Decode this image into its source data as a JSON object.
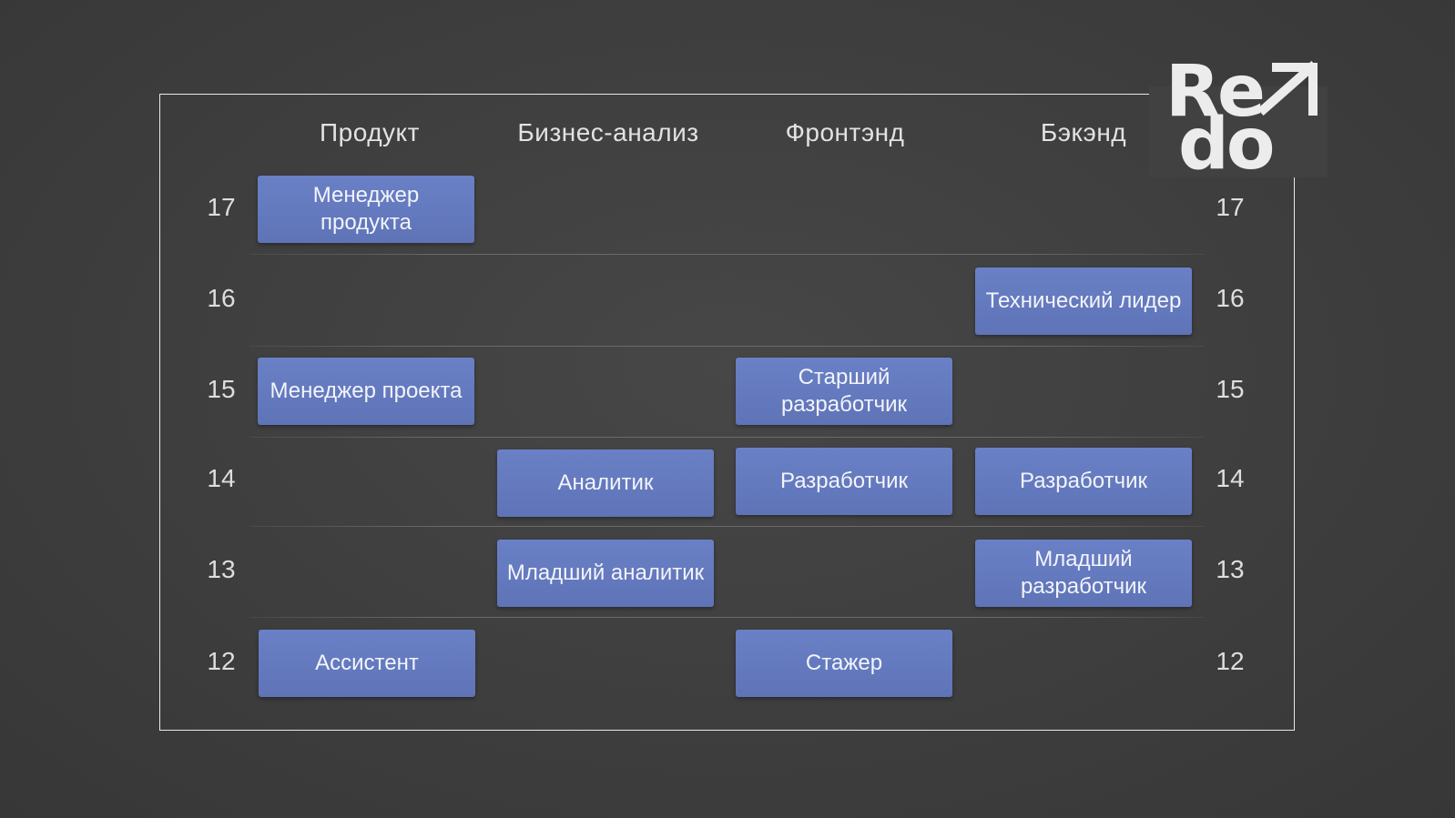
{
  "logo": {
    "line1": "Re",
    "line2": "do",
    "icon": "arrow-up-right-icon"
  },
  "columns": [
    "Продукт",
    "Бизнес-анализ",
    "Фронтэнд",
    "Бэкэнд"
  ],
  "levels": [
    "17",
    "16",
    "15",
    "14",
    "13",
    "12"
  ],
  "roles": {
    "product_manager": "Менеджер продукта",
    "tech_lead": "Технический лидер",
    "project_manager": "Менеджер проекта",
    "senior_frontend": "Старший разработчик",
    "analyst": "Аналитик",
    "frontend_dev": "Разработчик",
    "backend_dev": "Разработчик",
    "junior_analyst": "Младший аналитик",
    "junior_backend": "Младший разработчик",
    "assistant": "Ассистент",
    "intern": "Стажер"
  },
  "colors": {
    "role_box": "#6478bd",
    "frame": "#e9e9e9",
    "background": "#404040"
  }
}
